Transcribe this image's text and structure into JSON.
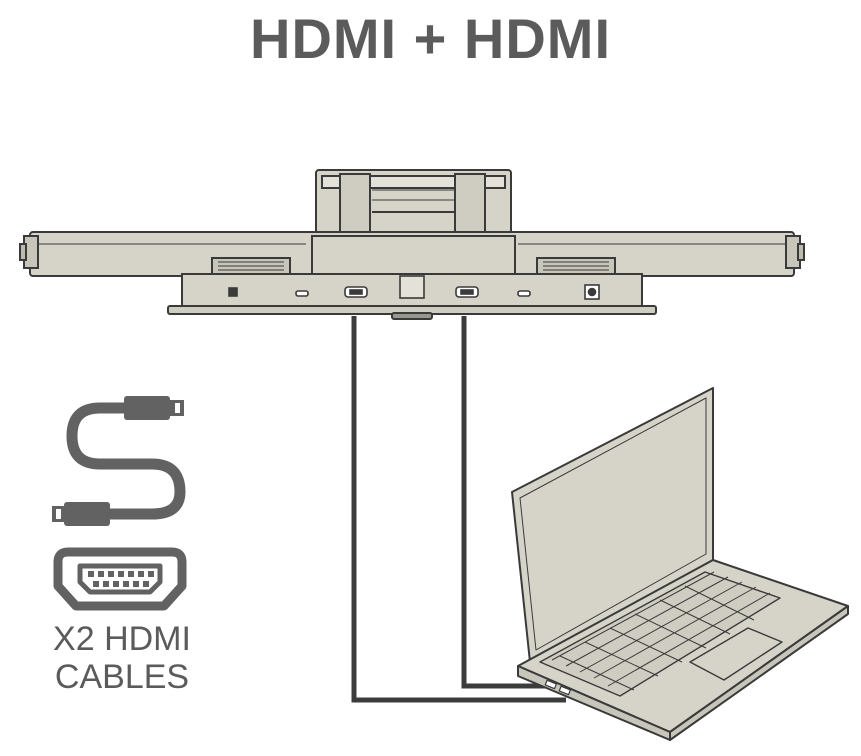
{
  "title": "HDMI + HDMI",
  "caption": {
    "line1": "X2 HDMI",
    "line2": "CABLES"
  },
  "colors": {
    "text": "#5b5b5b",
    "device_fill": "#d6d4c8",
    "outline": "#3a3a3a",
    "cable": "#3c3c3c",
    "icon": "#626262"
  },
  "icons": [
    "hdmi-cable-icon",
    "hdmi-port-icon"
  ]
}
